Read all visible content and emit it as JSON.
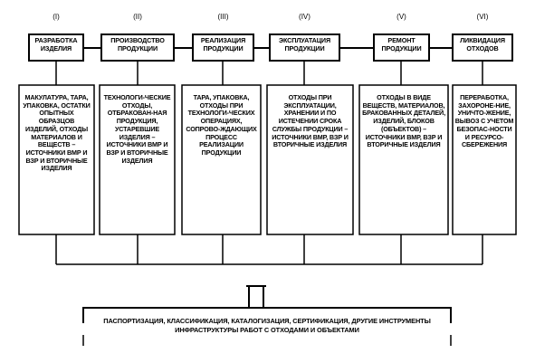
{
  "stages": [
    {
      "roman": "(I)",
      "title": "РАЗРАБОТКА ИЗДЕЛИЯ",
      "waste": "МАКУЛАТУРА, ТАРА, УПАКОВКА, ОСТАТКИ ОПЫТНЫХ ОБРАЗЦОВ ИЗДЕЛИЙ, ОТХОДЫ МАТЕРИАЛОВ И ВЕЩЕСТВ – ИСТОЧНИКИ ВМР И ВЗР И ВТОРИЧНЫЕ ИЗДЕЛИЯ"
    },
    {
      "roman": "(II)",
      "title": "ПРОИЗВОДСТВО ПРОДУКЦИИ",
      "waste": "ТЕХНОЛОГИ-ЧЕСКИЕ ОТХОДЫ, ОТБРАКОВАН-НАЯ ПРОДУКЦИЯ, УСТАРЕВШИЕ ИЗДЕЛИЯ – ИСТОЧНИКИ ВМР И ВЗР И ВТОРИЧНЫЕ ИЗДЕЛИЯ"
    },
    {
      "roman": "(III)",
      "title": "РЕАЛИЗАЦИЯ ПРОДУКЦИИ",
      "waste": "ТАРА, УПАКОВКА, ОТХОДЫ ПРИ ТЕХНОЛОГИ-ЧЕСКИХ ОПЕРАЦИЯХ, СОПРОВО-ЖДАЮЩИХ ПРОЦЕСС РЕАЛИЗАЦИИ ПРОДУКЦИИ"
    },
    {
      "roman": "(IV)",
      "title": "ЭКСПЛУАТАЦИЯ ПРОДУКЦИИ",
      "waste": "ОТХОДЫ ПРИ ЭКСПЛУАТАЦИИ, ХРАНЕНИИ И ПО ИСТЕЧЕНИИ СРОКА СЛУЖБЫ ПРОДУКЦИИ – ИСТОЧНИКИ ВМР, ВЗР И ВТОРИЧНЫЕ ИЗДЕЛИЯ"
    },
    {
      "roman": "(V)",
      "title": "РЕМОНТ ПРОДУКЦИИ",
      "waste": "ОТХОДЫ В ВИДЕ ВЕЩЕСТВ, МАТЕРИАЛОВ, БРАКОВАННЫХ ДЕТАЛЕЙ, ИЗДЕЛИЙ, БЛОКОВ (ОБЪЕКТОВ) – ИСТОЧНИКИ ВМР, ВЗР И ВТОРИЧНЫЕ ИЗДЕЛИЯ"
    },
    {
      "roman": "(VI)",
      "title": "ЛИКВИДАЦИЯ ОТХОДОВ",
      "waste": "ПЕРЕРАБОТКА, ЗАХОРОНЕ-НИЕ, УНИЧТО-ЖЕНИЕ, ВЫВОЗ С УЧЕТОМ БЕЗОПАС-НОСТИ И РЕСУРСО-СБЕРЕЖЕНИЯ"
    }
  ],
  "bottom_box": "ПАСПОРТИЗАЦИЯ, КЛАССИФИКАЦИЯ, КАТАЛОГИЗАЦИЯ, СЕРТИФИКАЦИЯ, ДРУГИЕ ИНСТРУМЕНТЫ ИНФРАСТРУКТУРЫ РАБОТ С ОТХОДАМИ И ОБЪЕКТАМИ"
}
